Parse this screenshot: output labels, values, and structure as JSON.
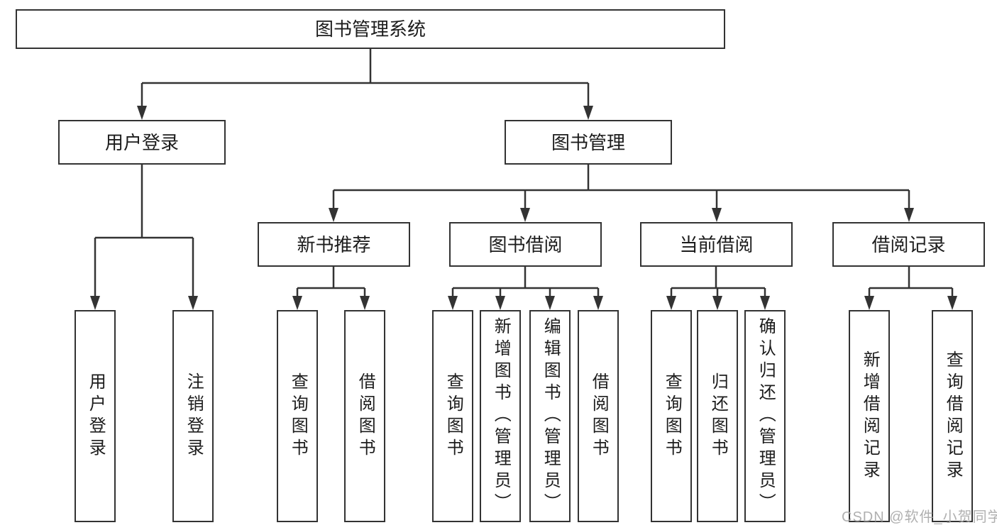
{
  "diagram": {
    "root": {
      "label": "图书管理系统"
    },
    "level2": [
      {
        "label": "用户登录"
      },
      {
        "label": "图书管理"
      }
    ],
    "level3": [
      {
        "label": "新书推荐"
      },
      {
        "label": "图书借阅"
      },
      {
        "label": "当前借阅"
      },
      {
        "label": "借阅记录"
      }
    ],
    "leaf_groups": {
      "user_login": [
        "用户登录",
        "注销登录"
      ],
      "new_book_recommend": [
        "查询图书",
        "借阅图书"
      ],
      "book_borrow": [
        "查询图书",
        "新增图书（管理员）",
        "编辑图书（管理员）",
        "借阅图书"
      ],
      "current_borrow": [
        "查询图书",
        "归还图书",
        "确认归还（管理员）"
      ],
      "borrow_records": [
        "新增借阅记录",
        "查询借阅记录"
      ]
    },
    "watermark": "CSDN @软件_小贺同学",
    "colors": {
      "line": "#333333",
      "box_border": "#333333",
      "text": "#1c1c1c",
      "watermark": "#a8a8a8",
      "background": "#ffffff"
    }
  }
}
